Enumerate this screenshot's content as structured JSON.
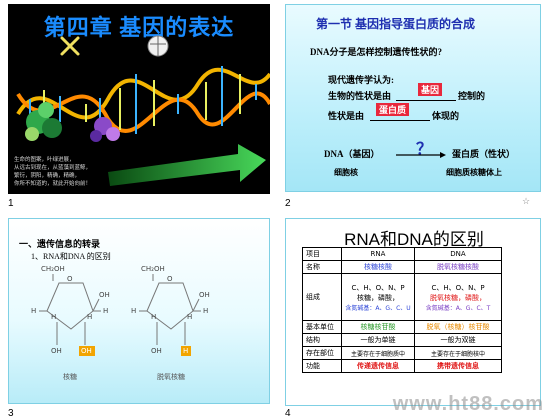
{
  "slide1": {
    "number": "1",
    "title": "第四章  基因的表达",
    "caption": [
      "生命的图案，叶绿进展，",
      "从远古到现在，从蓝藻到蓝鲸，",
      "繁衍，阴阳，精确，精确，",
      "你所不知道的，就此开始向前！"
    ]
  },
  "slide2": {
    "number": "2",
    "title": "第一节  基因指导蛋白质的合成",
    "question": "DNA分子是怎样控制遗传性状的?",
    "line1": "现代遗传学认为:",
    "line2a": "生物的性状是由",
    "line2b": "控制的",
    "blank1": "基因",
    "line3a": "性状是由",
    "line3b": "体现的",
    "blank2": "蛋白质",
    "dna_label": "DNA（基因）",
    "qmark": "？",
    "protein_label": "蛋白质（性状）",
    "dna_loc": "细胞核",
    "protein_loc": "细胞质核糖体上",
    "corner_mark": "☆"
  },
  "slide3": {
    "number": "3",
    "heading": "一、遗传信息的转录",
    "subheading": "1、RNA和DNA 的区别",
    "left_sugar": {
      "ch2oh": "CH₂OH",
      "oh": "OH",
      "h": "H",
      "o": "O",
      "name": "核糖",
      "highlight": "OH"
    },
    "right_sugar": {
      "ch2oh": "CH₂OH",
      "oh": "OH",
      "h": "H",
      "o": "O",
      "name": "脱氧核糖",
      "highlight": "H"
    }
  },
  "slide4": {
    "number": "4",
    "title": "RNA和DNA的区别",
    "headers": [
      "项目",
      "RNA",
      "DNA"
    ],
    "rows": [
      {
        "label": "名称",
        "rna": "核糖核酸",
        "dna": "脱氧核糖核酸"
      },
      {
        "label": "组成",
        "rna": [
          "C、H、O、N、P",
          "核糖，磷酸，",
          "含氮碱基：A、G、C、U"
        ],
        "dna": [
          "C、H、O、N、P",
          "脱氧核糖，磷酸，",
          "含氮碱基：A、G、C、T"
        ]
      },
      {
        "label": "基本单位",
        "rna": "核糖核苷酸",
        "dna": "脱氧（核糖）核苷酸"
      },
      {
        "label": "结构",
        "rna": "一般为单链",
        "dna": "一般为双链"
      },
      {
        "label": "存在部位",
        "rna": "主要存在于细胞质中",
        "dna": "主要存在于细胞核中"
      },
      {
        "label": "功能",
        "rna": "传递遗传信息",
        "dna": "携带遗传信息"
      }
    ],
    "watermark": "www.ht88.com"
  },
  "colors": {
    "title_blue": "#1a8cff",
    "accent_red": "#e8283c",
    "slide_bg": "#bdeffb"
  }
}
